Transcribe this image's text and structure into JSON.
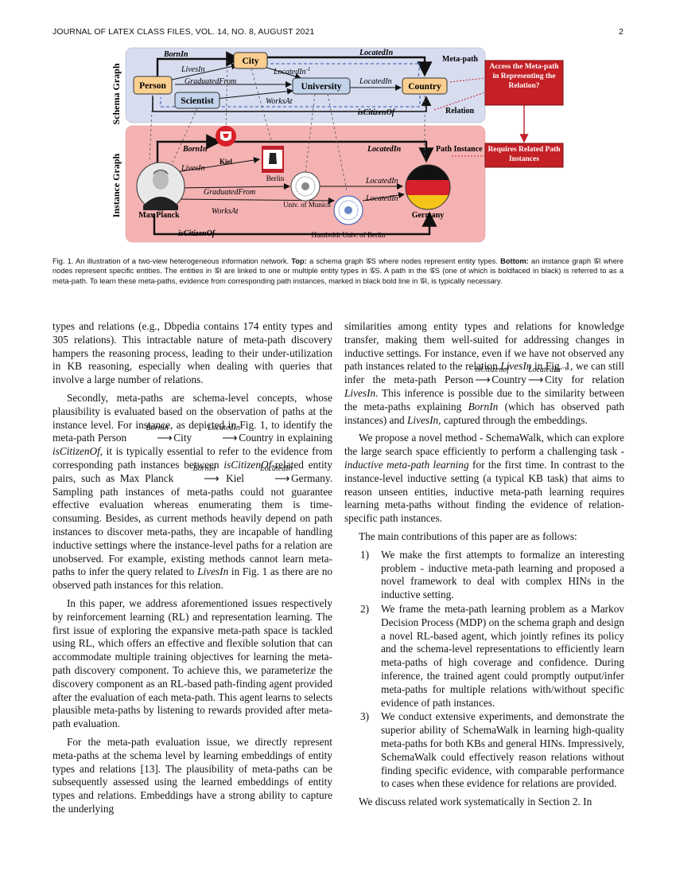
{
  "header": {
    "journal": "JOURNAL OF LATEX CLASS FILES, VOL. 14, NO. 8, AUGUST 2021",
    "page": "2"
  },
  "figure": {
    "schema_label": "Schema Graph",
    "instance_label": "Instance Graph",
    "nodes": {
      "person": "Person",
      "city": "City",
      "scientist": "Scientist",
      "university": "University",
      "country": "Country"
    },
    "edges": {
      "born_in": "BornIn",
      "lives_in": "LivesIn",
      "graduated_from": "GraduatedFrom",
      "works_at": "WorksAt",
      "located_in": "LocatedIn",
      "located_in_inv": "LocatedIn",
      "inv_sup": "-1",
      "is_citizen_of": "isCitizenOf"
    },
    "meta_path": "Meta-path",
    "relation": "Relation",
    "path_instance": "Path Instance",
    "access_box": "Access the Meta-path in Representing the Relation?",
    "requires_box": "Requires Related Path Instances",
    "entities": {
      "kiel": "Kiel",
      "berlin": "Berlin",
      "univ_munich": "Univ. of Munich",
      "humboldt": "Humboldt Univ. of Berlin",
      "max_planck": "Max Planck",
      "germany": "Germany"
    }
  },
  "caption": {
    "fig": "Fig. 1.",
    "p1": " An illustration of a two-view heterogeneous information network. ",
    "top": "Top:",
    "p2": " a schema graph 𝒢S where nodes represent entity types. ",
    "bottom": "Bottom:",
    "p3": " an instance graph 𝒢I where nodes represent specific entities. The entities in 𝒢I are linked to one or multiple entity types in 𝒢S. A path in the 𝒢S (one of which is boldfaced in black) is referred to as a meta-path. To learn these meta-paths, evidence from corresponding path instances, marked in black bold line in 𝒢I, is typically necessary."
  },
  "left_col": {
    "p1": "types and relations (e.g., Dbpedia contains 174 entity types and 305 relations). This intractable nature of meta-path discovery hampers the reasoning process, leading to their under-utilization in KB reasoning, especially when dealing with queries that involve a large number of relations.",
    "p2a": "Secondly, meta-paths are schema-level concepts, whose plausibility is evaluated based on the observation of paths at the instance level. For instance, as depicted in Fig. 1, to identify the meta-path Person",
    "r_bornin": "BornIn",
    "p2b": "City",
    "r_locatedin": "LocatedIn",
    "p2c": "Country in explaining ",
    "iscit": "isCitizenOf",
    "p2d": ", it is typically essential to refer to the evidence from corresponding path instances between ",
    "iscit2": "isCitizenOf",
    "p2e": "-related entity pairs, such as Max Planck",
    "p2f": "Kiel",
    "p2g": "Germany. Sampling path instances of meta-paths could not guarantee effective evaluation whereas enumerating them is time-consuming. Besides, as current methods heavily depend on path instances to discover meta-paths, they are incapable of handling inductive settings where the instance-level paths for a relation are unobserved. For example, existing methods cannot learn meta-paths to infer the query related to ",
    "livesin": "LivesIn",
    "p2h": " in Fig. 1 as there are no observed path instances for this relation.",
    "p3": "In this paper, we address aforementioned issues respectively by reinforcement learning (RL) and representation learning. The first issue of exploring the expansive meta-path space is tackled using RL, which offers an effective and flexible solution that can accommodate multiple training objectives for learning the meta-path discovery component. To achieve this, we parameterize the discovery component as an RL-based path-finding agent provided after the evaluation of each meta-path. This agent learns to selects plausible meta-paths by listening to rewards provided after meta-path evaluation.",
    "p4": "For the meta-path evaluation issue, we directly represent meta-paths at the schema level by learning embeddings of entity types and relations [13]. The plausibility of meta-paths can be subsequently assessed using the learned embeddings of entity types and relations. Embeddings have a strong ability to capture the underlying"
  },
  "right_col": {
    "p1a": "similarities among entity types and relations for knowledge transfer, making them well-suited for addressing changes in inductive settings. For instance, even if we have not observed any path instances related to the relation ",
    "livesin": "LivesIn",
    "p1b": " in Fig. 1, we can still infer the meta-path Person",
    "r_iscit": "isCitizenof",
    "p1c": "Country",
    "r_locinv": "LocatedIn⁻¹",
    "p1d": "City for relation ",
    "livesin2": "LivesIn",
    "p1e": ". This inference is possible due to the similarity between the meta-paths explaining ",
    "bornin": "BornIn",
    "p1f": " (which has observed path instances) and ",
    "livesin3": "LivesIn",
    "p1g": ", captured through the embeddings.",
    "p2a": "We propose a novel method - SchemaWalk, which can explore the large search space efficiently to perform a challenging task - ",
    "p2i": "inductive meta-path learning",
    "p2b": " for the first time. In contrast to the instance-level inductive setting (a typical KB task) that aims to reason unseen entities, inductive meta-path learning requires learning meta-paths without finding the evidence of relation-specific path instances.",
    "p3": "The main contributions of this paper are as follows:",
    "items": [
      {
        "n": "1)",
        "t": "We make the first attempts to formalize an interesting problem - inductive meta-path learning and proposed a novel framework to deal with complex HINs in the inductive setting."
      },
      {
        "n": "2)",
        "t": "We frame the meta-path learning problem as a Markov Decision Process (MDP) on the schema graph and design a novel RL-based agent, which jointly refines its policy and the schema-level representations to efficiently learn meta-paths of high coverage and confidence. During inference, the trained agent could promptly output/infer meta-paths for multiple relations with/without specific evidence of path instances."
      },
      {
        "n": "3)",
        "t": "We conduct extensive experiments, and demonstrate the superior ability of SchemaWalk in learning high-quality meta-paths for both KBs and general HINs. Impressively, SchemaWalk could effectively reason relations without finding specific evidence, with comparable performance to cases when these evidence for relations are provided."
      }
    ],
    "p4": "We discuss related work systematically in Section 2. In"
  }
}
